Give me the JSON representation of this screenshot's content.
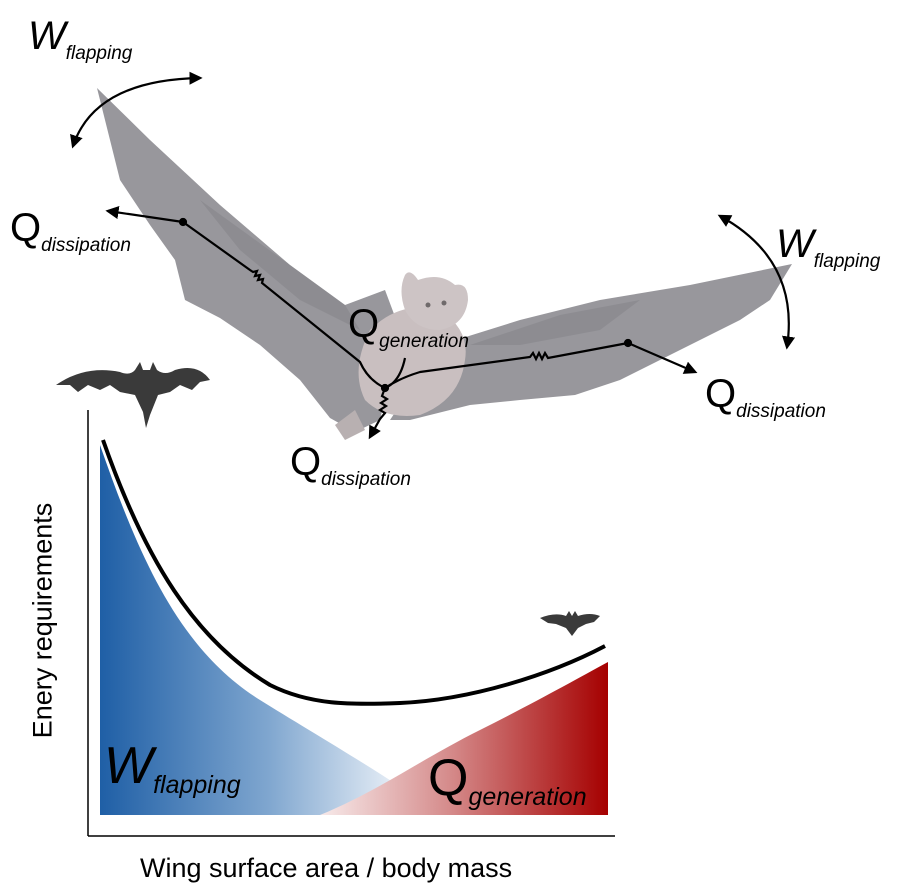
{
  "labels": {
    "w_symbol": "W",
    "q_symbol": "Q",
    "flapping": "flapping",
    "dissipation": "dissipation",
    "generation": "generation"
  },
  "chart": {
    "y_axis_label": "Enery requirements",
    "x_axis_label": "Wing surface area / body mass",
    "w_curve_label": {
      "symbol": "W",
      "sub": "flapping"
    },
    "q_curve_label": {
      "symbol": "Q",
      "sub": "generation"
    }
  },
  "colors": {
    "blue": "#1f5fa6",
    "red": "#a50000",
    "bat_gray": "#98979c",
    "silhouette": "#3a3a3a"
  }
}
